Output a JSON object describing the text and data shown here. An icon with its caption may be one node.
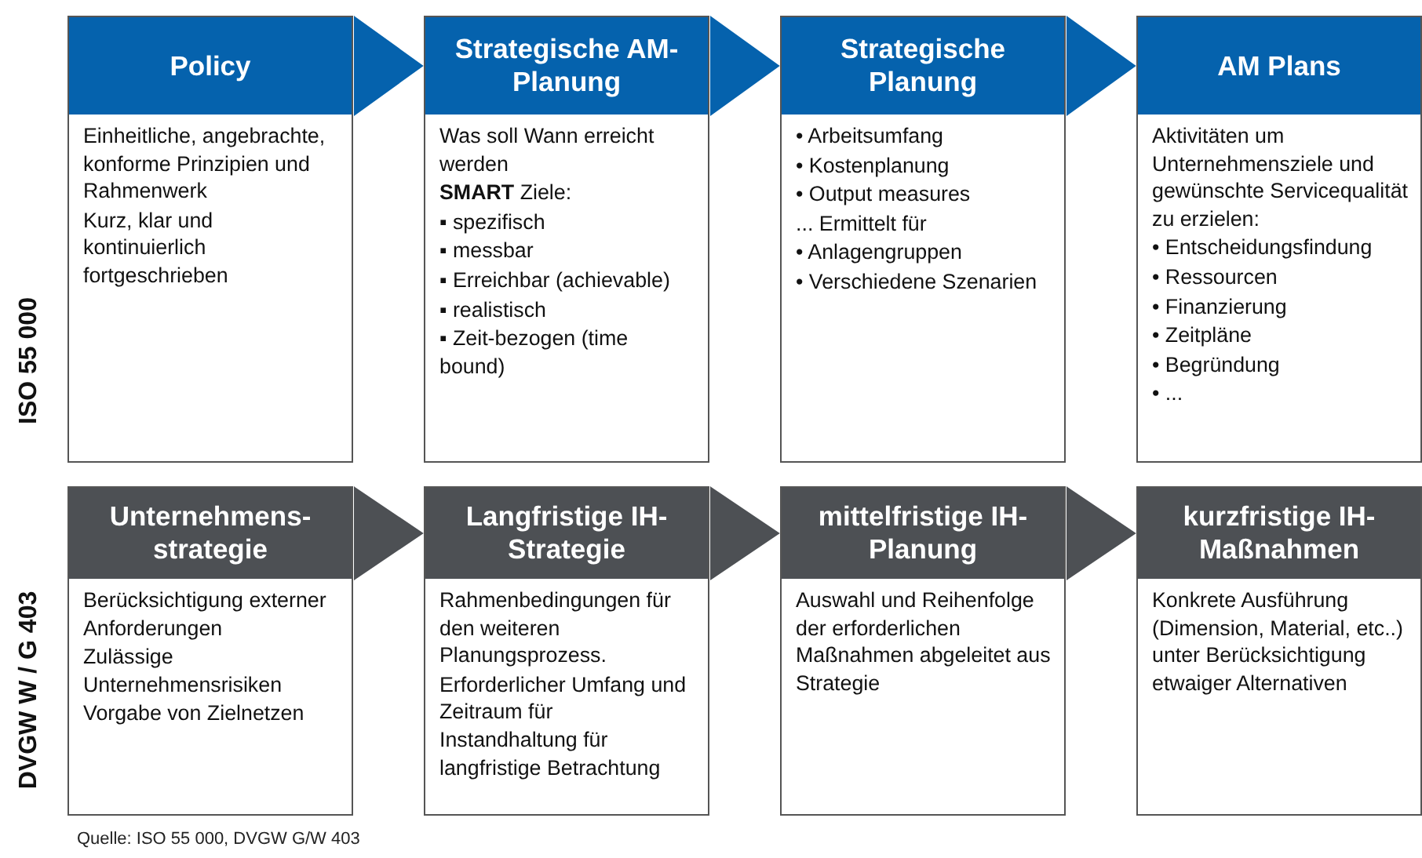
{
  "diagram": {
    "caption": "Quelle: ISO 55 000, DVGW G/W 403",
    "nodes": [
      {
        "text": [
          "Policy",
          "Einheitliche, angebrachte, konforme Prinzipien und Rahmenwerk",
          "Kurz, klar und kontinuierlich fortgeschrieben"
        ]
      },
      {
        "text": [
          "Strategische AM-Planung",
          "Was soll Wann erreicht werden",
          "**SMART** Ziele:",
          "▪ spezifisch",
          "▪ messbar",
          "▪ Erreichbar (achievable)",
          "▪ realistisch",
          "▪ Zeit-bezogen (time bound)"
        ]
      },
      {
        "text": [
          "Strategische Planung",
          "• Arbeitsumfang",
          "• Kostenplanung",
          "• Output measures",
          "... Ermittelt für",
          "• Anlagengruppen",
          "• Verschiedene Szenarien"
        ]
      },
      {
        "text": [
          "AM Plans",
          "Aktivitäten um Unternehmensziele und gewünschte Servicequalität zu erzielen:",
          "• Entscheidungsfindung",
          "• Ressourcen",
          "• Finanzierung",
          "• Zeitpläne",
          "• Begründung",
          "• ..."
        ]
      },
      {
        "text": [
          "Unternehmens-strategie",
          "Berücksichtigung externer Anforderungen",
          "Zulässige Unternehmensrisiken",
          "Vorgabe von Zielnetzen"
        ]
      },
      {
        "text": [
          "Langfristige IH-Strategie",
          "Rahmenbedingungen für den weiteren Planungsprozess.",
          "Erforderlicher Umfang und Zeitraum für Instandhaltung für langfristige Betrachtung"
        ]
      },
      {
        "text": [
          "mittelfristige IH-Planung",
          "Auswahl und Reihenfolge der erforderlichen Maßnahmen abgeleitet aus Strategie"
        ]
      },
      {
        "text": [
          "kurzfristige IH-Maßnahmen",
          "Konkrete Ausführung (Dimension, Material, etc..) unter Berücksichtigung etwaiger Alternativen"
        ]
      }
    ],
    "edges": [
      {
        "from": 0,
        "to": 1,
        "arrow": "to"
      },
      {
        "from": 1,
        "to": 2,
        "arrow": "to"
      },
      {
        "from": 2,
        "to": 3,
        "arrow": "to"
      },
      {
        "from": 4,
        "to": 5,
        "arrow": "to"
      },
      {
        "from": 5,
        "to": 6,
        "arrow": "to"
      },
      {
        "from": 6,
        "to": 7,
        "arrow": "to"
      }
    ],
    "labels": [
      "ISO 55 000",
      "DVGW W / G 403"
    ]
  }
}
